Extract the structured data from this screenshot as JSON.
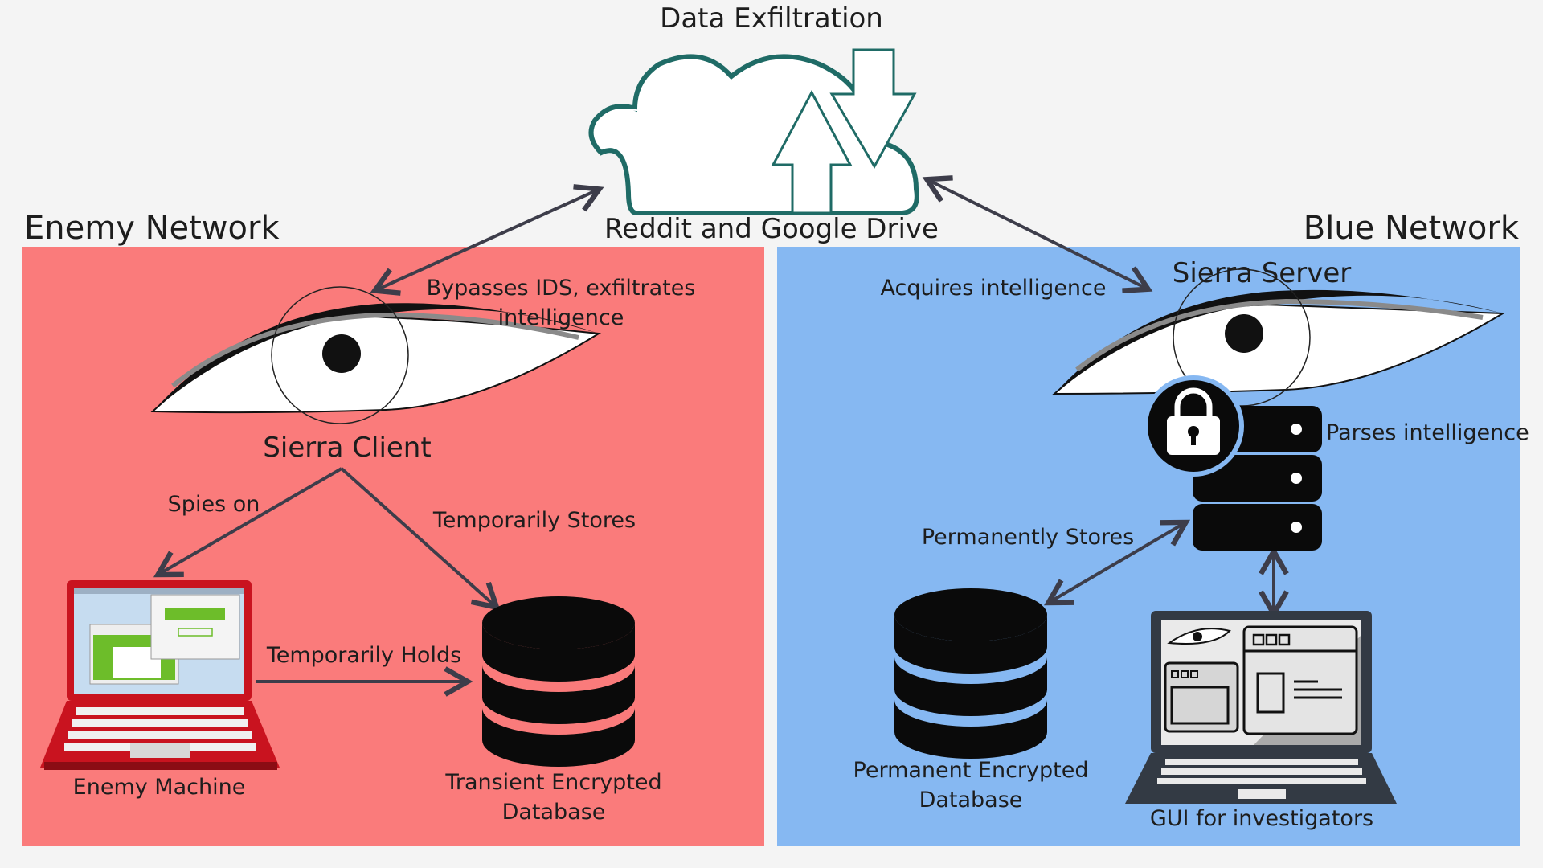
{
  "title": "Data Exfiltration",
  "cloud": {
    "label": "Reddit and Google Drive",
    "icon": "cloud-upload-download-icon"
  },
  "enemy": {
    "title": "Enemy Network",
    "client_label": "Sierra Client",
    "edge_cloud": "Bypasses IDS, exfiltrates",
    "edge_cloud_2": "intelligence",
    "spies_on": "Spies on",
    "temp_stores": "Temporarily Stores",
    "temp_holds": "Temporarily Holds",
    "machine_label": "Enemy Machine",
    "db_label_1": "Transient Encrypted",
    "db_label_2": "Database"
  },
  "blue": {
    "title": "Blue Network",
    "server_label": "Sierra Server",
    "acquires": "Acquires intelligence",
    "parses": "Parses intelligence",
    "perm_stores": "Permanently Stores",
    "db_label_1": "Permanent Encrypted",
    "db_label_2": "Database",
    "gui_label": "GUI for investigators"
  },
  "colors": {
    "background": "#f4f4f4",
    "enemy_panel": "#fa7b7b",
    "blue_panel": "#86b8f2",
    "arrow": "#3d3d4a",
    "cloud_outline": "#1f6b66"
  }
}
